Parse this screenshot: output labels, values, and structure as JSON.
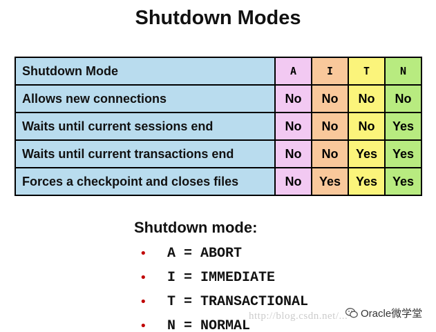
{
  "title": "Shutdown Modes",
  "table": {
    "header_label": "Shutdown Mode",
    "columns": [
      "A",
      "I",
      "T",
      "N"
    ],
    "rows": [
      {
        "label": "Allows new connections",
        "values": [
          "No",
          "No",
          "No",
          "No"
        ]
      },
      {
        "label": "Waits until current sessions end",
        "values": [
          "No",
          "No",
          "No",
          "Yes"
        ]
      },
      {
        "label": "Waits until current transactions end",
        "values": [
          "No",
          "No",
          "Yes",
          "Yes"
        ]
      },
      {
        "label": "Forces a checkpoint and closes files",
        "values": [
          "No",
          "Yes",
          "Yes",
          "Yes"
        ]
      }
    ]
  },
  "column_colors": {
    "A": "#f2c9f2",
    "I": "#f9c89b",
    "T": "#fbf47b",
    "N": "#b8eb80",
    "label": "#b9dcee"
  },
  "legend": {
    "title": "Shutdown mode:",
    "bullet": "•",
    "items": [
      "A = ABORT",
      "I = IMMEDIATE",
      "T = TRANSACTIONAL",
      "N = NORMAL"
    ]
  },
  "watermark": {
    "icon": "wechat-icon",
    "text": "Oracle微学堂",
    "url": "http://blog.csdn.net/..."
  }
}
